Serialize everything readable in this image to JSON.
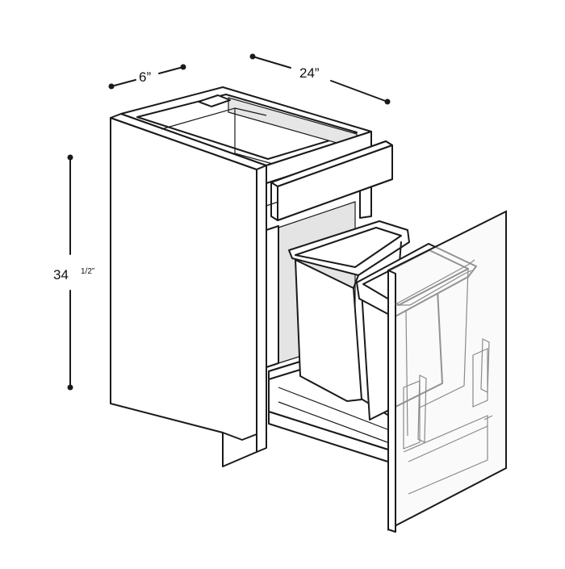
{
  "dimensions": {
    "depth_label": "6”",
    "width_label": "24”",
    "height_main": "34",
    "height_fraction": "1/2”"
  },
  "colors": {
    "line": "#1a1a1a",
    "panel_white": "#ffffff",
    "back_panel": "#e4e4e4",
    "inner_shadow": "#efefef",
    "translucent_door": "#f6f6f6"
  },
  "icons": [
    "dimension-dot"
  ]
}
